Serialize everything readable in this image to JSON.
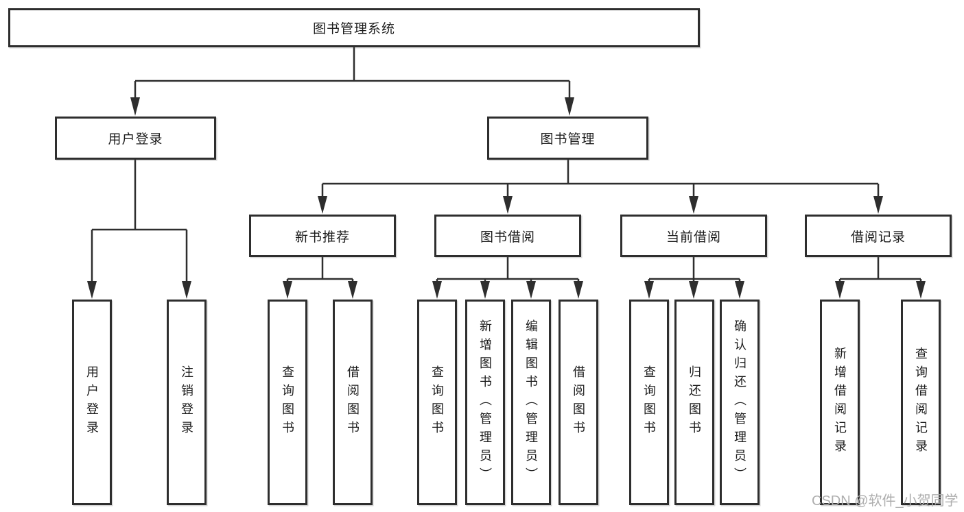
{
  "nodes": {
    "root": "图书管理系统",
    "user_login": "用户登录",
    "book_mgmt": "图书管理",
    "new_book_rec": "新书推荐",
    "book_borrowing": "图书借阅",
    "current_borrowing": "当前借阅",
    "borrowing_records": "借阅记录",
    "leaves": {
      "user_login": [
        "用户登录",
        "注销登录"
      ],
      "new_book_rec": [
        "查询图书",
        "借阅图书"
      ],
      "book_borrowing": [
        "查询图书",
        "新增图书（管理员）",
        "编辑图书（管理员）",
        "借阅图书"
      ],
      "current_borrowing": [
        "查询图书",
        "归还图书",
        "确认归还（管理员）"
      ],
      "borrowing_records": [
        "新增借阅记录",
        "查询借阅记录"
      ]
    }
  },
  "watermark": "CSDN @软件_小贺同学",
  "colors": {
    "line": "#2e2e2e",
    "text": "#1c1c1c",
    "background": "#ffffff",
    "watermark": "#aeaeae"
  }
}
